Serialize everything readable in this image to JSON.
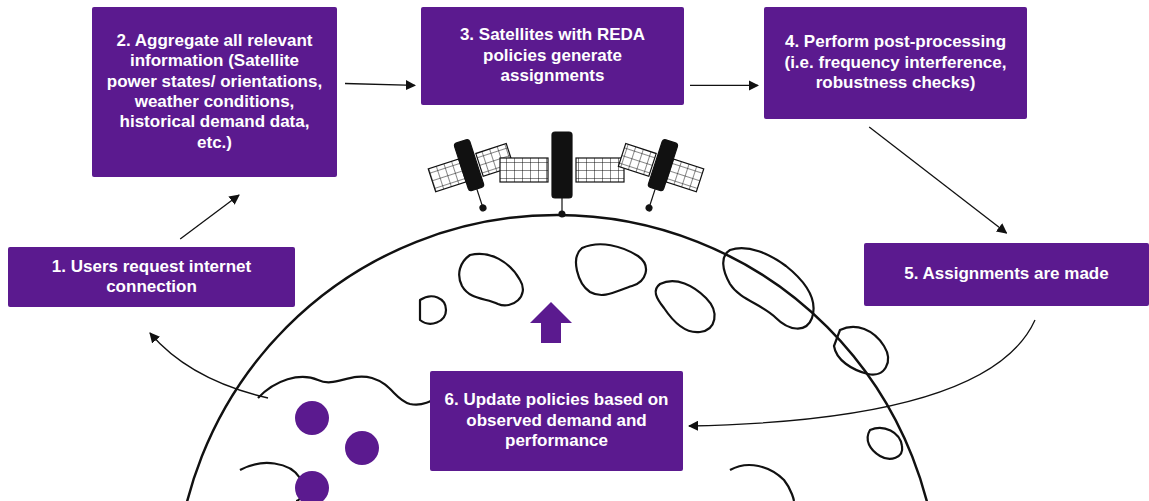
{
  "diagram": {
    "nodes": [
      {
        "text": [
          "1. Users request internet connection"
        ]
      },
      {
        "text": [
          "2. Aggregate all relevant information (Satellite power states/ orientations, weather conditions, historical demand data, etc.)"
        ]
      },
      {
        "text": [
          "3. Satellites with REDA policies generate assignments"
        ]
      },
      {
        "text": [
          "4. Perform post-processing (i.e. frequency interference, robustness checks)"
        ]
      },
      {
        "text": [
          "5. Assignments are made"
        ]
      },
      {
        "text": [
          "6. Update policies based on observed demand and performance"
        ]
      }
    ],
    "edges": [
      {
        "from": 0,
        "to": 1,
        "arrow": "to"
      },
      {
        "from": 1,
        "to": 2,
        "arrow": "to"
      },
      {
        "from": 2,
        "to": 3,
        "arrow": "to"
      },
      {
        "from": 3,
        "to": 4,
        "arrow": "to"
      },
      {
        "from": 4,
        "to": 5,
        "arrow": "to"
      }
    ]
  }
}
